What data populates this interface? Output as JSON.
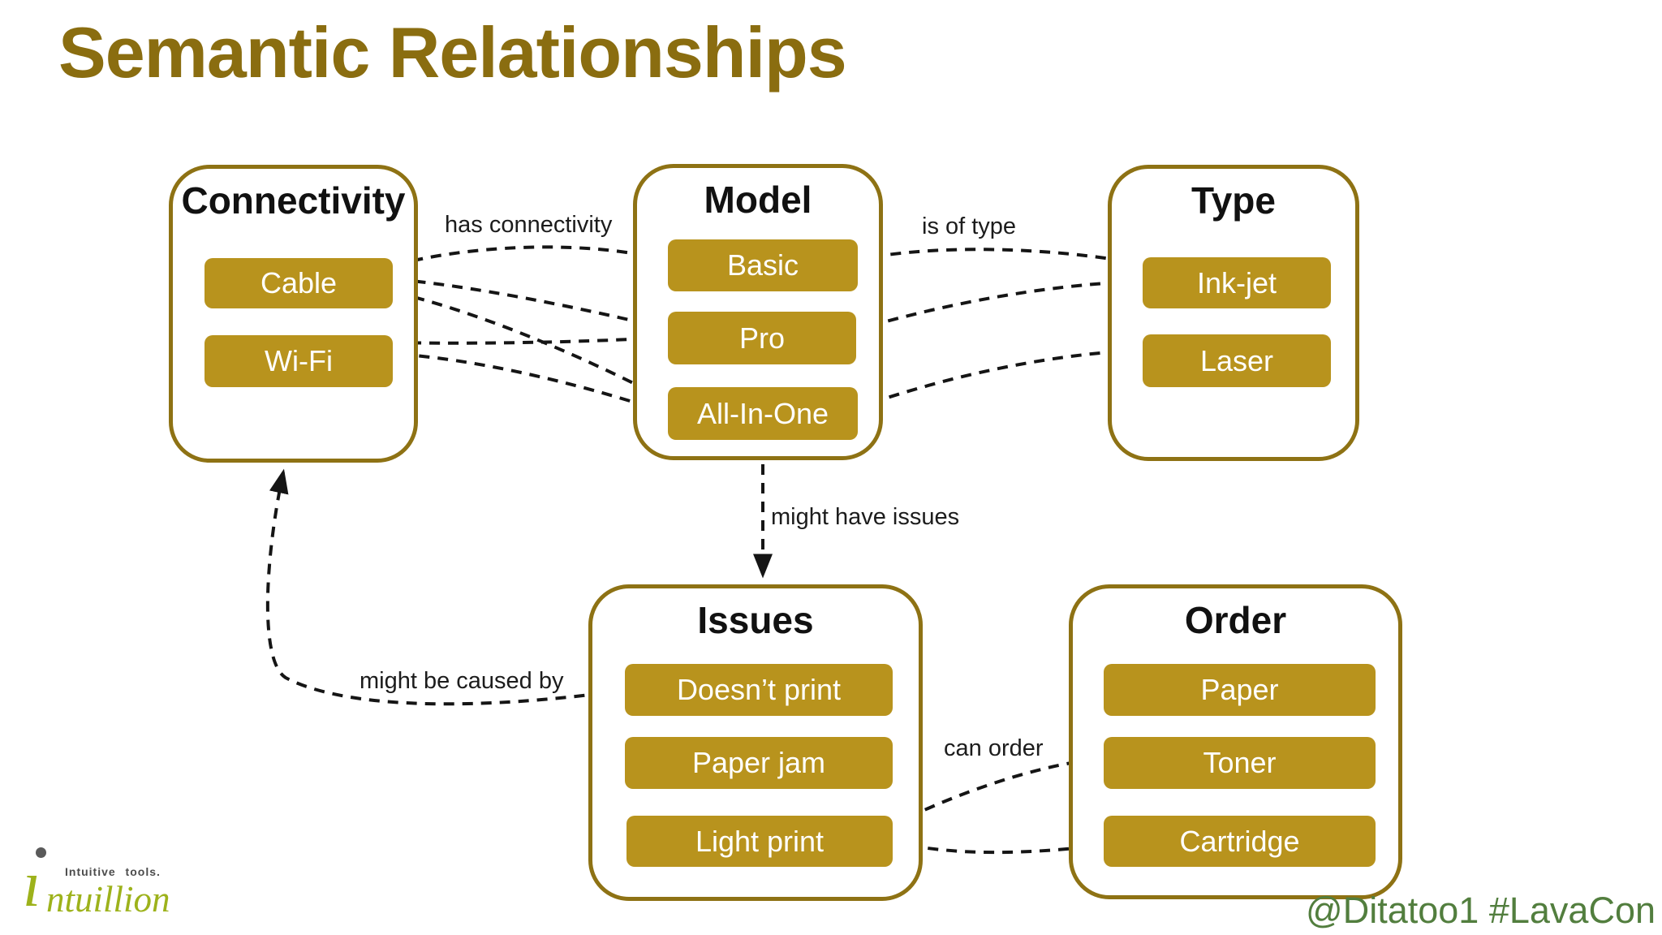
{
  "title": "Semantic Relationships",
  "entities": {
    "connectivity": {
      "title": "Connectivity",
      "items": [
        "Cable",
        "Wi-Fi"
      ]
    },
    "model": {
      "title": "Model",
      "items": [
        "Basic",
        "Pro",
        "All-In-One"
      ]
    },
    "type": {
      "title": "Type",
      "items": [
        "Ink-jet",
        "Laser"
      ]
    },
    "issues": {
      "title": "Issues",
      "items": [
        "Doesn’t print",
        "Paper jam",
        "Light print"
      ]
    },
    "order": {
      "title": "Order",
      "items": [
        "Paper",
        "Toner",
        "Cartridge"
      ]
    }
  },
  "relationships": {
    "has_connectivity": "has connectivity",
    "is_of_type": "is of type",
    "might_have_issues": "might have issues",
    "might_be_caused_by": "might be caused by",
    "can_order": "can order"
  },
  "footer": {
    "logo_mark": "ı",
    "logo_tagline": "Intuitive tools.",
    "logo_name": "ntuillion",
    "handle": "@Ditatoo1 #LavaCon"
  },
  "colors": {
    "gold_fill": "#B8931D",
    "gold_border": "#8E7214",
    "title_gold": "#8A6D10",
    "logo_green": "#9DB21B",
    "handle_green": "#527E3E"
  }
}
